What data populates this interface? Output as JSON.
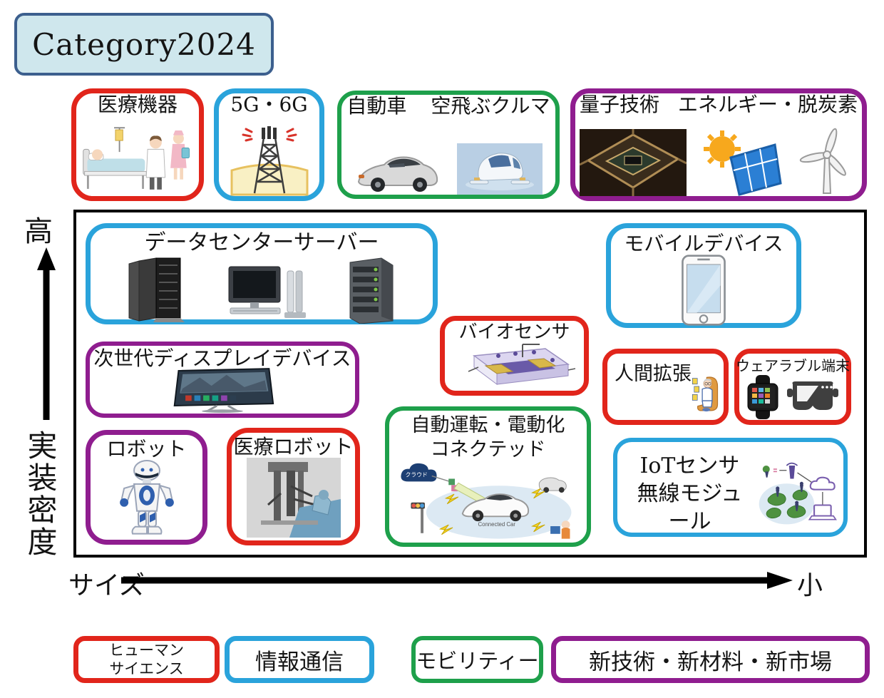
{
  "title": "Category2024",
  "axis": {
    "y_top": "高",
    "y_label": "実装密度",
    "x_label": "サイズ",
    "x_right": "小"
  },
  "colors": {
    "human_science_red": "#e1251b",
    "info_comm_blue": "#2aa3db",
    "mobility_green": "#1ea04b",
    "new_tech_purple": "#8f1d8f",
    "title_fill": "#cfe7ed",
    "title_border": "#3c5f8e"
  },
  "boxes": {
    "medical_devices": {
      "label": "医療機器",
      "category": "human_science"
    },
    "g5_6g": {
      "label": "5G・6G",
      "category": "info_comm"
    },
    "car": {
      "label_car": "自動車",
      "label_flying": "空飛ぶクルマ",
      "category": "mobility"
    },
    "quantum": {
      "label_quantum": "量子技術",
      "label_energy": "エネルギー・脱炭素",
      "category": "new_tech"
    },
    "datacenter": {
      "label": "データセンターサーバー",
      "category": "info_comm"
    },
    "mobile": {
      "label": "モバイルデバイス",
      "category": "info_comm"
    },
    "display": {
      "label": "次世代ディスプレイデバイス",
      "category": "new_tech"
    },
    "biosensor": {
      "label": "バイオセンサ",
      "category": "human_science"
    },
    "human_aug": {
      "label": "人間拡張",
      "category": "human_science"
    },
    "wearable": {
      "label": "ウェアラブル端末",
      "category": "human_science"
    },
    "robot": {
      "label": "ロボット",
      "category": "new_tech"
    },
    "medical_robot": {
      "label": "医療ロボット",
      "category": "human_science"
    },
    "autonomous": {
      "line1": "自動運転・電動化",
      "line2": "コネクテッド",
      "caption": "Connected Car",
      "category": "mobility"
    },
    "iot": {
      "line1": "IoTセンサ",
      "line2": "無線モジュール",
      "category": "info_comm"
    }
  },
  "legend": {
    "human_science_line1": "ヒューマン",
    "human_science_line2": "サイエンス",
    "info_comm": "情報通信",
    "mobility": "モビリティー",
    "new_tech": "新技術・新材料・新市場"
  }
}
